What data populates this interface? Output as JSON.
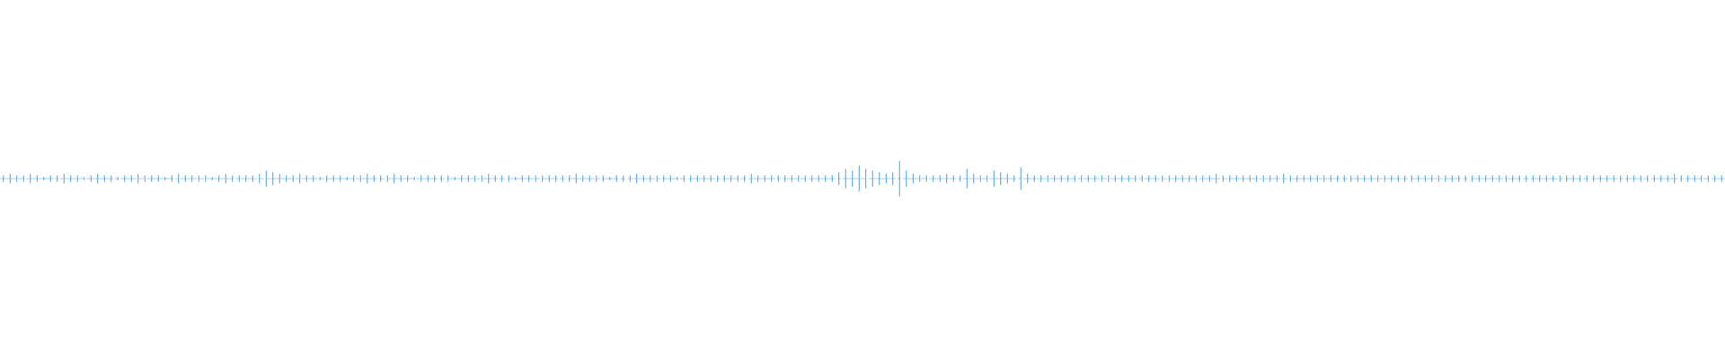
{
  "waveform": {
    "color": "#4aa3df",
    "peaks": [
      0.02,
      0.03,
      0.02,
      0.02,
      0.03,
      0.02,
      0.01,
      0.02,
      0.02,
      0.03,
      0.02,
      0.02,
      0.01,
      0.02,
      0.03,
      0.02,
      0.02,
      0.01,
      0.02,
      0.02,
      0.03,
      0.02,
      0.02,
      0.02,
      0.01,
      0.02,
      0.03,
      0.02,
      0.02,
      0.02,
      0.02,
      0.01,
      0.02,
      0.03,
      0.02,
      0.02,
      0.02,
      0.02,
      0.03,
      0.05,
      0.04,
      0.03,
      0.02,
      0.02,
      0.03,
      0.02,
      0.02,
      0.01,
      0.02,
      0.02,
      0.02,
      0.01,
      0.02,
      0.02,
      0.03,
      0.02,
      0.02,
      0.02,
      0.03,
      0.02,
      0.02,
      0.01,
      0.02,
      0.02,
      0.02,
      0.02,
      0.02,
      0.01,
      0.02,
      0.02,
      0.02,
      0.02,
      0.03,
      0.02,
      0.02,
      0.02,
      0.01,
      0.02,
      0.02,
      0.02,
      0.02,
      0.02,
      0.02,
      0.02,
      0.02,
      0.03,
      0.02,
      0.02,
      0.02,
      0.02,
      0.01,
      0.02,
      0.02,
      0.02,
      0.03,
      0.02,
      0.02,
      0.02,
      0.02,
      0.02,
      0.01,
      0.02,
      0.02,
      0.02,
      0.02,
      0.02,
      0.02,
      0.02,
      0.02,
      0.02,
      0.02,
      0.03,
      0.02,
      0.02,
      0.02,
      0.02,
      0.02,
      0.02,
      0.02,
      0.02,
      0.02,
      0.02,
      0.02,
      0.02,
      0.04,
      0.06,
      0.05,
      0.08,
      0.06,
      0.05,
      0.04,
      0.03,
      0.04,
      0.11,
      0.05,
      0.03,
      0.02,
      0.02,
      0.02,
      0.02,
      0.03,
      0.02,
      0.02,
      0.06,
      0.03,
      0.02,
      0.02,
      0.05,
      0.04,
      0.03,
      0.02,
      0.07,
      0.03,
      0.02,
      0.02,
      0.02,
      0.02,
      0.02,
      0.02,
      0.02,
      0.02,
      0.02,
      0.02,
      0.02,
      0.02,
      0.02,
      0.02,
      0.02,
      0.02,
      0.02,
      0.02,
      0.02,
      0.02,
      0.02,
      0.02,
      0.02,
      0.02,
      0.02,
      0.02,
      0.02,
      0.03,
      0.02,
      0.02,
      0.02,
      0.02,
      0.02,
      0.02,
      0.02,
      0.02,
      0.02,
      0.03,
      0.02,
      0.02,
      0.02,
      0.02,
      0.02,
      0.02,
      0.02,
      0.02,
      0.02,
      0.02,
      0.02,
      0.02,
      0.02,
      0.02,
      0.02,
      0.02,
      0.02,
      0.02,
      0.02,
      0.02,
      0.02,
      0.02,
      0.02,
      0.02,
      0.02,
      0.02,
      0.02,
      0.02,
      0.02,
      0.02,
      0.02,
      0.02,
      0.02,
      0.02,
      0.02,
      0.02,
      0.02,
      0.02,
      0.02,
      0.02,
      0.02,
      0.02,
      0.02,
      0.02,
      0.02,
      0.02,
      0.02,
      0.02,
      0.02,
      0.02,
      0.02,
      0.02,
      0.02,
      0.02,
      0.02,
      0.02,
      0.02,
      0.03,
      0.02,
      0.02,
      0.02,
      0.02,
      0.02,
      0.02,
      0.02
    ]
  }
}
